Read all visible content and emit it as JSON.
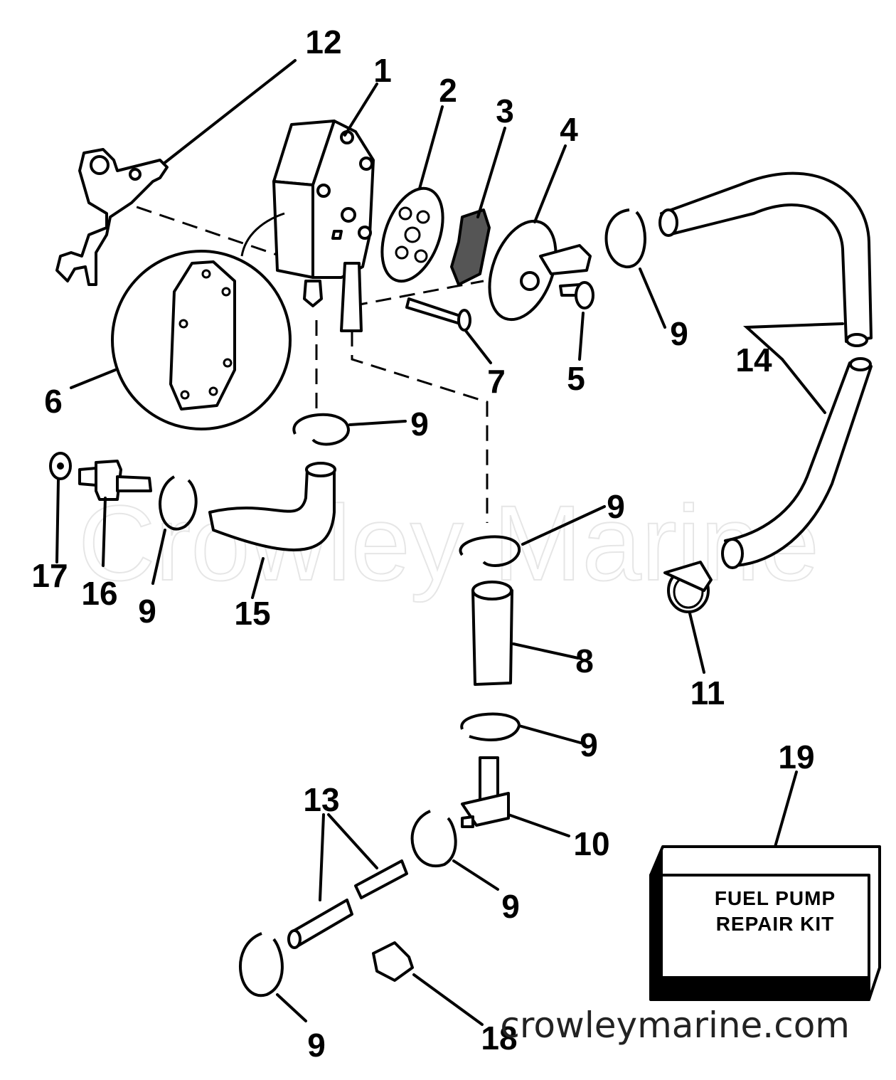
{
  "watermark": "Crowley Marine",
  "website": "crowleymarine.com",
  "kit_label_line1": "FUEL PUMP",
  "kit_label_line2": "REPAIR KIT",
  "callouts": {
    "n1": "1",
    "n2": "2",
    "n3": "3",
    "n4": "4",
    "n5": "5",
    "n6": "6",
    "n7": "7",
    "n8": "8",
    "n9a": "9",
    "n9b": "9",
    "n9c": "9",
    "n9d": "9",
    "n9e": "9",
    "n9f": "9",
    "n9g": "9",
    "n10": "10",
    "n11": "11",
    "n12": "12",
    "n13": "13",
    "n14": "14",
    "n15": "15",
    "n16": "16",
    "n17": "17",
    "n18": "18",
    "n19": "19"
  }
}
